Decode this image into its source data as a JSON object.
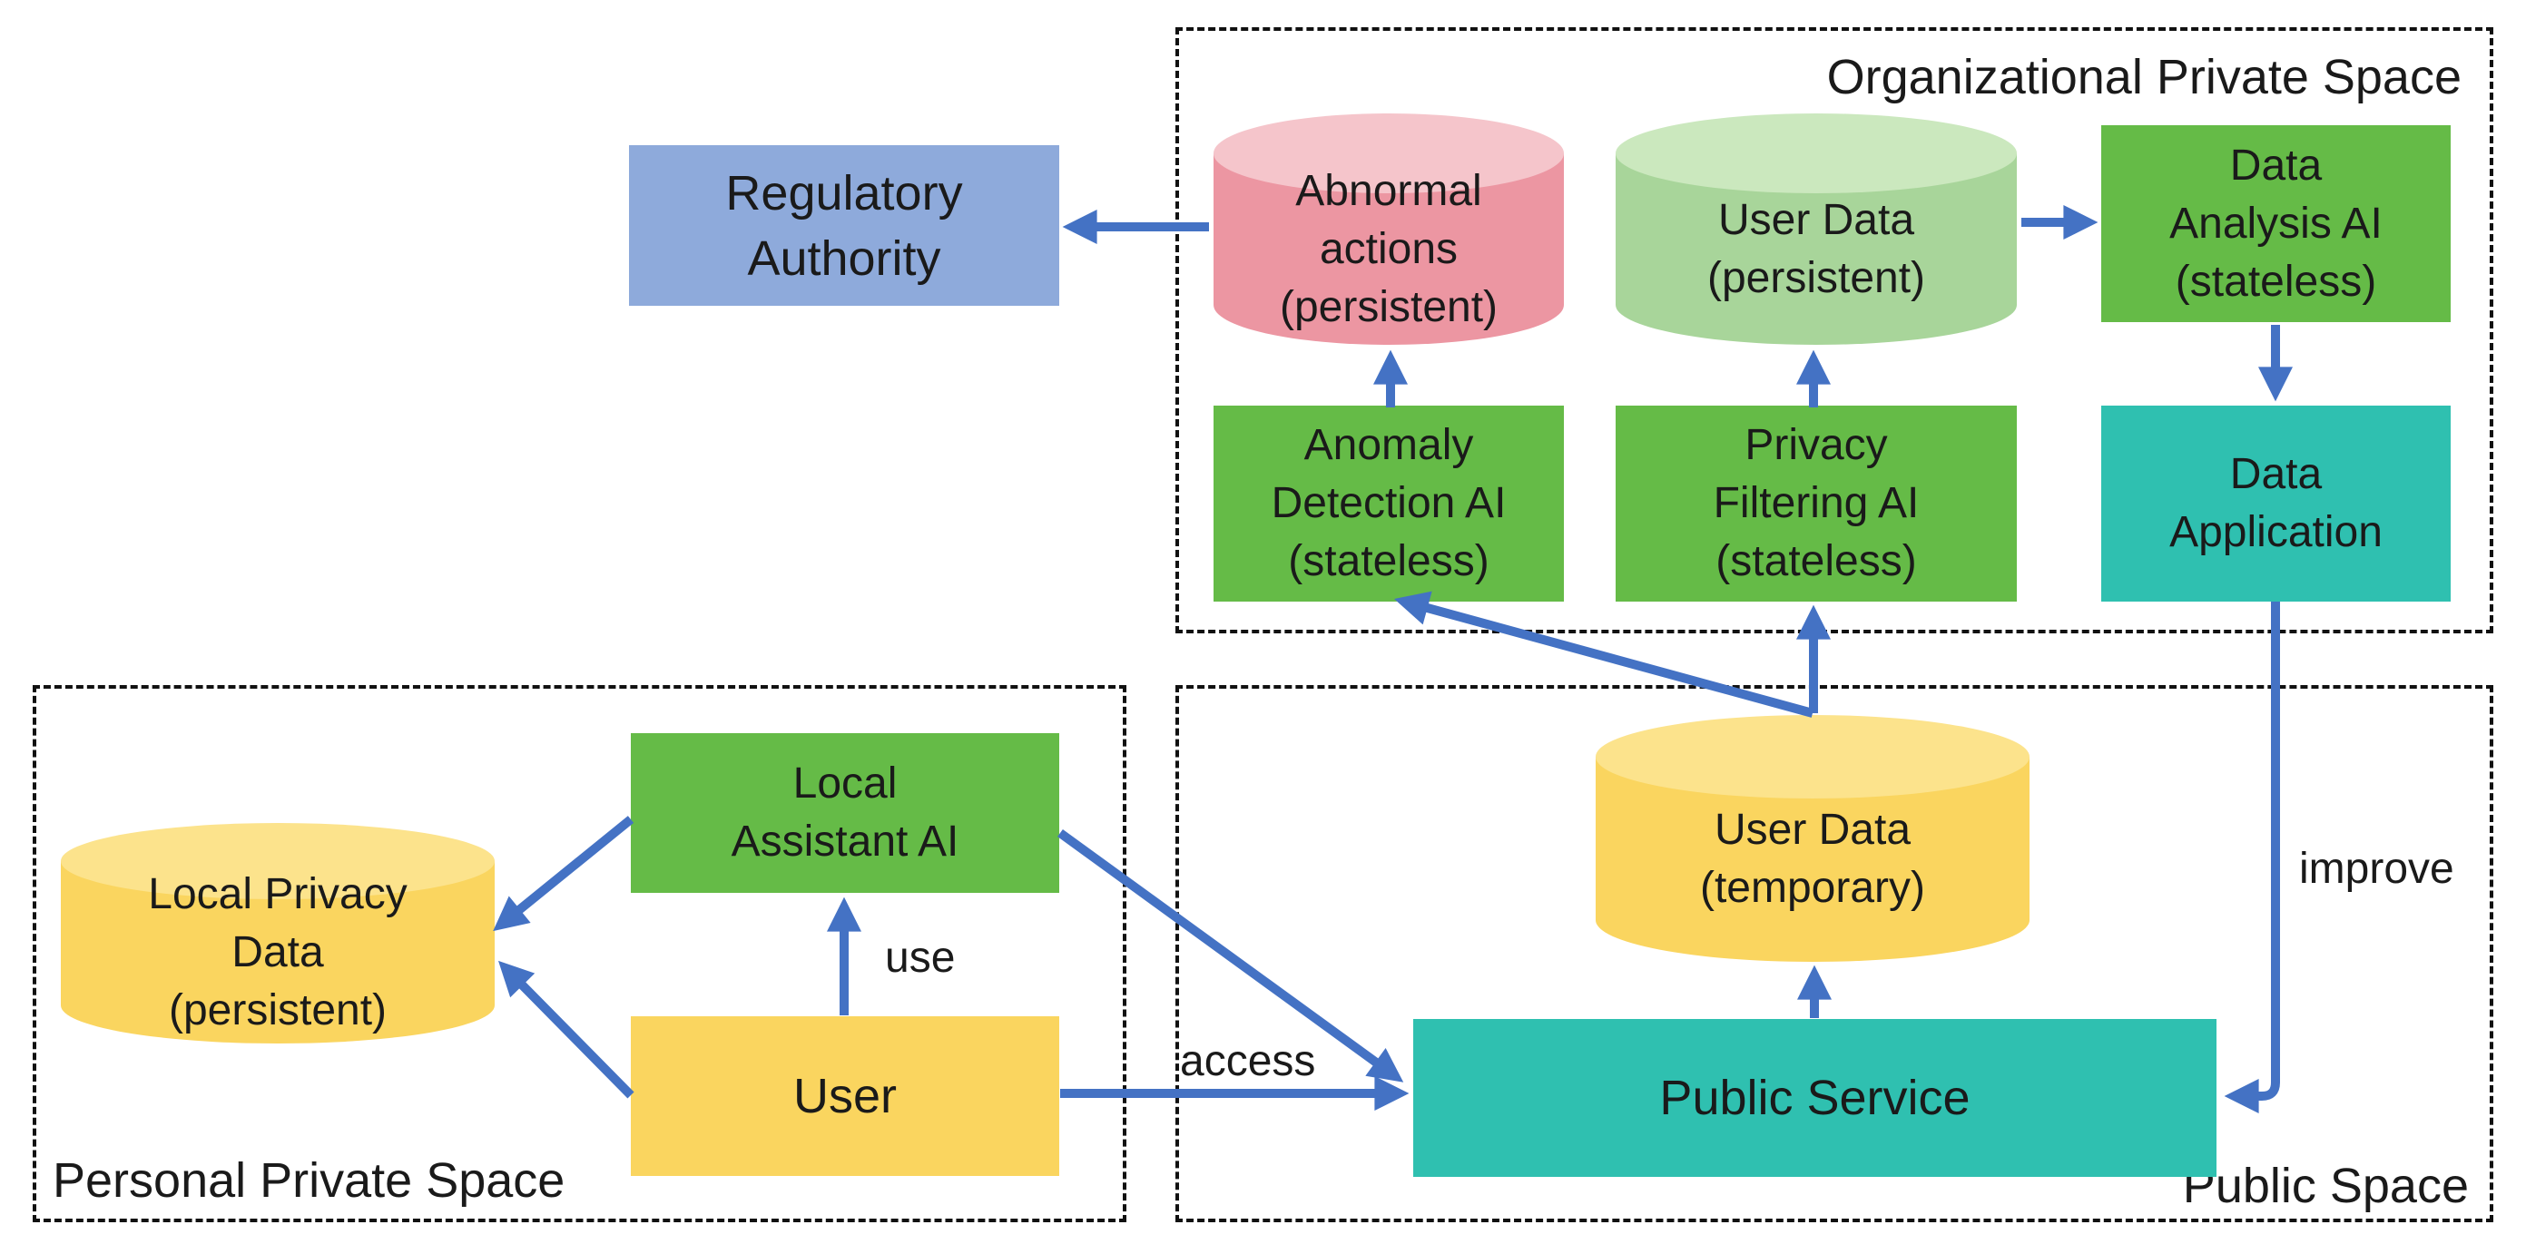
{
  "colors": {
    "arrow_blue": "#4472C4",
    "regulatory_blue": "#8EAADB",
    "ai_green": "#65BB47",
    "teal": "#2FC0B0",
    "yellow": "#FAD55F",
    "yellow_cap": "#FCE38C",
    "pink": "#EC96A2",
    "pink_cap": "#F5C5CB",
    "light_green": "#A8D59A",
    "light_green_cap": "#CBE8BE",
    "border_black": "#111111",
    "text_black": "#1a1a1a"
  },
  "spaces": {
    "organizational": {
      "label": "Organizational Private Space"
    },
    "personal": {
      "label": "Personal Private Space"
    },
    "public": {
      "label": "Public Space"
    }
  },
  "nodes": {
    "regulatory_authority": {
      "lines": [
        "Regulatory",
        "Authority"
      ]
    },
    "abnormal_actions": {
      "lines": [
        "Abnormal",
        "actions",
        "(persistent)"
      ]
    },
    "user_data_persistent": {
      "lines": [
        "User Data",
        "(persistent)"
      ]
    },
    "data_analysis_ai": {
      "lines": [
        "Data",
        "Analysis AI",
        "(stateless)"
      ]
    },
    "anomaly_detection_ai": {
      "lines": [
        "Anomaly",
        "Detection AI",
        "(stateless)"
      ]
    },
    "privacy_filtering_ai": {
      "lines": [
        "Privacy",
        "Filtering AI",
        "(stateless)"
      ]
    },
    "data_application": {
      "lines": [
        "Data",
        "Application"
      ]
    },
    "local_privacy_data": {
      "lines": [
        "Local Privacy",
        "Data",
        "(persistent)"
      ]
    },
    "local_assistant_ai": {
      "lines": [
        "Local",
        "Assistant AI"
      ]
    },
    "user": {
      "lines": [
        "User"
      ]
    },
    "user_data_temporary": {
      "lines": [
        "User Data",
        "(temporary)"
      ]
    },
    "public_service": {
      "lines": [
        "Public Service"
      ]
    }
  },
  "edge_labels": {
    "use": "use",
    "access": "access",
    "improve": "improve"
  },
  "edges": [
    {
      "from": "abnormal-actions",
      "to": "regulatory-authority"
    },
    {
      "from": "anomaly-detection-ai",
      "to": "abnormal-actions"
    },
    {
      "from": "privacy-filtering-ai",
      "to": "user-data-persistent"
    },
    {
      "from": "user-data-persistent",
      "to": "data-analysis-ai"
    },
    {
      "from": "data-analysis-ai",
      "to": "data-application"
    },
    {
      "from": "data-application",
      "to": "public-service",
      "label": "improve"
    },
    {
      "from": "public-service",
      "to": "user-data-temporary"
    },
    {
      "from": "user-data-temporary",
      "to": "privacy-filtering-ai"
    },
    {
      "from": "user-data-temporary",
      "to": "anomaly-detection-ai"
    },
    {
      "from": "user",
      "to": "local-assistant-ai",
      "label": "use"
    },
    {
      "from": "local-assistant-ai",
      "to": "local-privacy-data"
    },
    {
      "from": "user",
      "to": "local-privacy-data"
    },
    {
      "from": "user",
      "to": "public-service",
      "label": "access"
    },
    {
      "from": "local-assistant-ai",
      "to": "public-service"
    }
  ]
}
